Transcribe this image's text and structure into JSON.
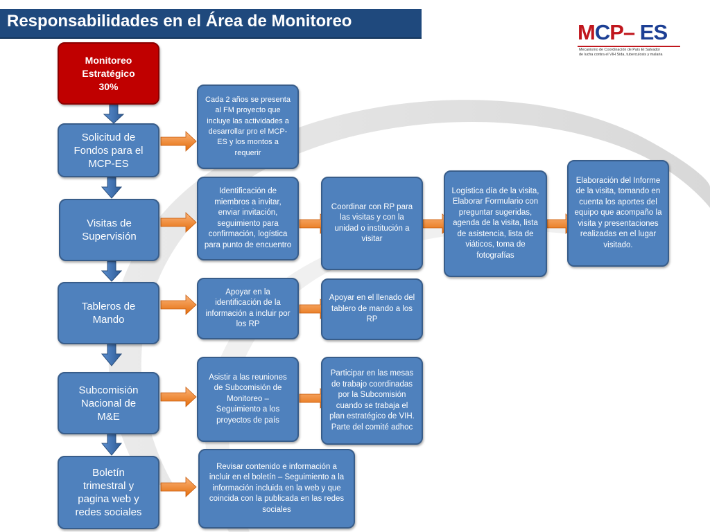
{
  "slide": {
    "title": "Responsabilidades en el Área de Monitoreo"
  },
  "logo": {
    "m": "M",
    "c": "C",
    "p": "P",
    "dash": "–",
    "es": "ES",
    "subtitle_line1": "Mecanismo de Coordinación de País El Salvador",
    "subtitle_line2": "de lucha contra el VIH Sida, tuberculosis y malaria"
  },
  "colors": {
    "title_bar": "#1f497d",
    "box_fill": "#4f81bd",
    "box_border": "#385d8a",
    "head_fill": "#c00000",
    "arrow": "#f79646"
  },
  "head": {
    "text": "Monitoreo\nEstratégico\n30%"
  },
  "rows": [
    {
      "label": "Solicitud de\nFondos para el\nMCP-ES",
      "steps": [
        "Cada 2 años se presenta al FM proyecto que incluye las actividades a desarrollar pro el MCP-ES y los montos a requerir"
      ]
    },
    {
      "label": "Visitas de\nSupervisión",
      "steps": [
        "Identificación de miembros a invitar, enviar invitación, seguimiento para confirmación, logística para punto de encuentro",
        "Coordinar con RP para las visitas y con la unidad o institución a visitar",
        "Logística día de la visita, Elaborar Formulario con preguntar sugeridas, agenda de la visita, lista de asistencia, lista de viáticos, toma de fotografías",
        "Elaboración del Informe de la visita, tomando en cuenta los aportes del equipo que acompaño la visita y presentaciones realizadas en el lugar visitado."
      ]
    },
    {
      "label": "Tableros de\nMando",
      "steps": [
        "Apoyar en la identificación de la información a incluir por los RP",
        "Apoyar en el llenado del tablero de mando a los RP"
      ]
    },
    {
      "label": "Subcomisión\nNacional de\nM&E",
      "steps": [
        "Asistir a las reuniones de Subcomisión de Monitoreo – Seguimiento a los proyectos de país",
        "Participar en las mesas de trabajo coordinadas por la Subcomisión cuando se trabaja el plan estratégico de VIH. Parte del comité adhoc"
      ]
    },
    {
      "label": "Boletín\ntrimestral y\npagina web y\nredes sociales",
      "steps": [
        "Revisar contenido e información a incluir en el boletín – Seguimiento a la información incluida en la web y que coincida con la publicada en las redes sociales"
      ]
    }
  ]
}
